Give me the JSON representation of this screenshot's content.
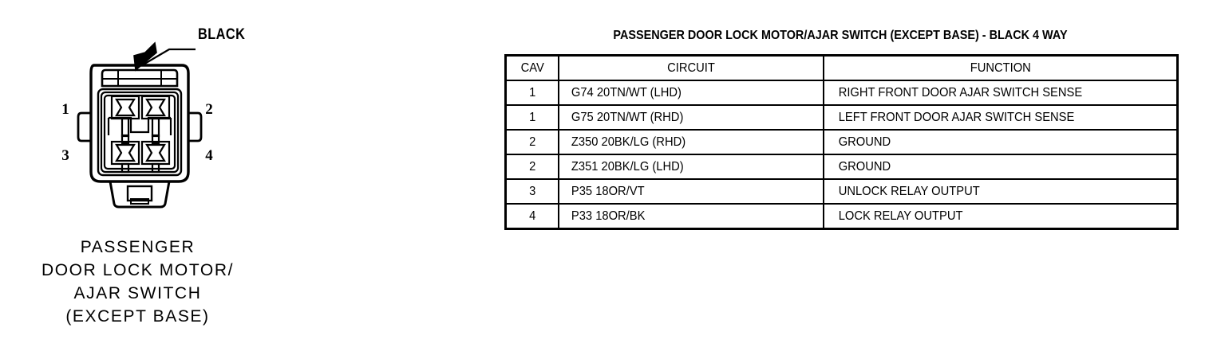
{
  "connector": {
    "callout_label": "BLACK",
    "pins": [
      "1",
      "2",
      "3",
      "4"
    ],
    "caption_lines": [
      "PASSENGER",
      "DOOR LOCK MOTOR/",
      "AJAR SWITCH",
      "(EXCEPT BASE)"
    ],
    "cavity_count": 4,
    "color": "#000000"
  },
  "table": {
    "title": "PASSENGER DOOR LOCK MOTOR/AJAR SWITCH (EXCEPT BASE) - BLACK 4 WAY",
    "headers": [
      "CAV",
      "CIRCUIT",
      "FUNCTION"
    ],
    "rows": [
      {
        "cav": "1",
        "circuit": "G74 20TN/WT (LHD)",
        "function": "RIGHT FRONT DOOR AJAR SWITCH SENSE"
      },
      {
        "cav": "1",
        "circuit": "G75 20TN/WT (RHD)",
        "function": "LEFT FRONT DOOR AJAR SWITCH SENSE"
      },
      {
        "cav": "2",
        "circuit": "Z350 20BK/LG (RHD)",
        "function": "GROUND"
      },
      {
        "cav": "2",
        "circuit": "Z351 20BK/LG (LHD)",
        "function": "GROUND"
      },
      {
        "cav": "3",
        "circuit": "P35 18OR/VT",
        "function": "UNLOCK RELAY OUTPUT"
      },
      {
        "cav": "4",
        "circuit": "P33 18OR/BK",
        "function": "LOCK RELAY OUTPUT"
      }
    ]
  }
}
